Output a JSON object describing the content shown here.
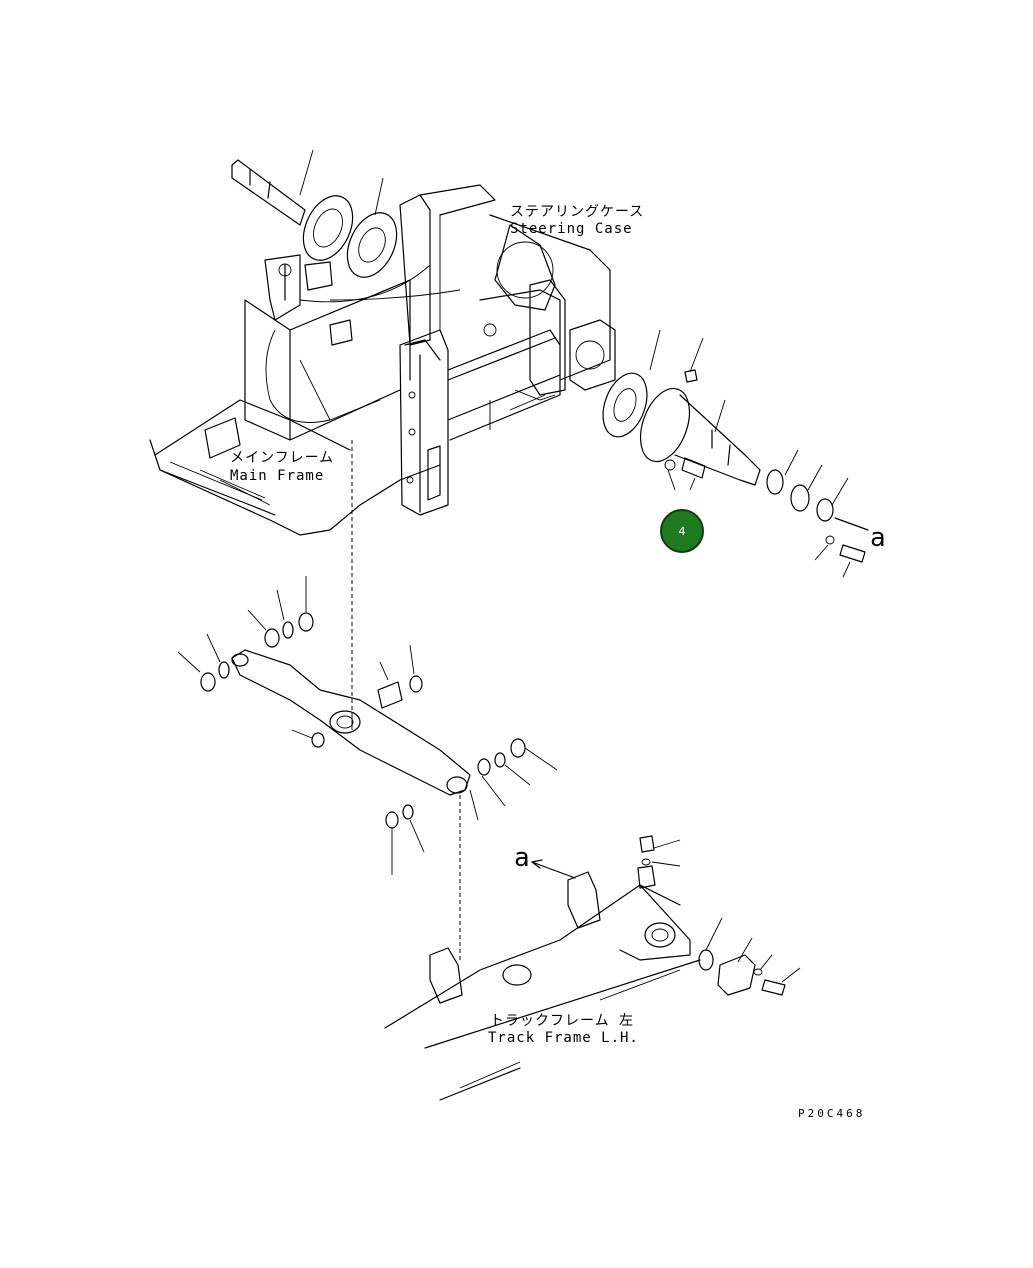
{
  "labels": {
    "steering_case_jp": "ステアリングケース",
    "steering_case_en": "Steering Case",
    "main_frame_jp": "メインフレーム",
    "main_frame_en": "Main Frame",
    "track_frame_jp": "トラックフレーム 左",
    "track_frame_en": "Track Frame L.H."
  },
  "view_arrow_letter": "a",
  "view_arrow_letter_2": "a",
  "callout": {
    "number": "4",
    "color": "#1f7a1f"
  },
  "drawing_code": "P20C468"
}
